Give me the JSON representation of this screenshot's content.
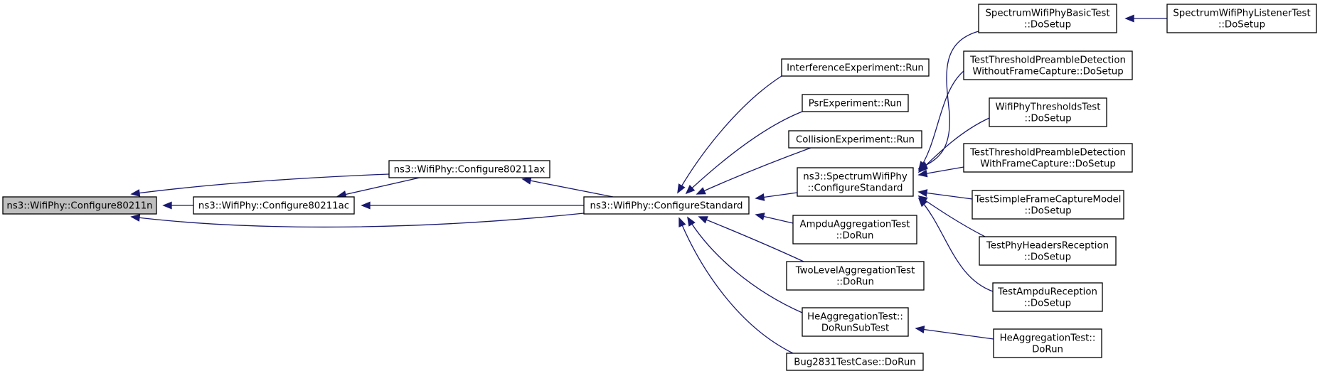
{
  "colors": {
    "edge": "#191970",
    "root_fill": "#bfbfbf",
    "node_fill": "#ffffff",
    "border": "#000000"
  },
  "nodes": {
    "configure80211n": {
      "lines": [
        "ns3::WifiPhy::Configure80211n"
      ]
    },
    "configure80211ax": {
      "lines": [
        "ns3::WifiPhy::Configure80211ax"
      ]
    },
    "configure80211ac": {
      "lines": [
        "ns3::WifiPhy::Configure80211ac"
      ]
    },
    "configureStandard": {
      "lines": [
        "ns3::WifiPhy::ConfigureStandard"
      ]
    },
    "interferenceRun": {
      "lines": [
        "InterferenceExperiment::Run"
      ]
    },
    "psrRun": {
      "lines": [
        "PsrExperiment::Run"
      ]
    },
    "collisionRun": {
      "lines": [
        "CollisionExperiment::Run"
      ]
    },
    "spectrumConfigureStandard": {
      "lines": [
        "ns3::SpectrumWifiPhy",
        "::ConfigureStandard"
      ]
    },
    "ampduAggregationDoRun": {
      "lines": [
        "AmpduAggregationTest",
        "::DoRun"
      ]
    },
    "twoLevelDoRun": {
      "lines": [
        "TwoLevelAggregationTest",
        "::DoRun"
      ]
    },
    "heAggDoRunSubTest": {
      "lines": [
        "HeAggregationTest::",
        "DoRunSubTest"
      ]
    },
    "bug2831DoRun": {
      "lines": [
        "Bug2831TestCase::DoRun"
      ]
    },
    "spectrumBasicDoSetup": {
      "lines": [
        "SpectrumWifiPhyBasicTest",
        "::DoSetup"
      ]
    },
    "spectrumListenerDoSetup": {
      "lines": [
        "SpectrumWifiPhyListenerTest",
        "::DoSetup"
      ]
    },
    "thresholdWithoutFcDoSetup": {
      "lines": [
        "TestThresholdPreambleDetection",
        "WithoutFrameCapture::DoSetup"
      ]
    },
    "wifiPhyThresholdsDoSetup": {
      "lines": [
        "WifiPhyThresholdsTest",
        "::DoSetup"
      ]
    },
    "thresholdWithFcDoSetup": {
      "lines": [
        "TestThresholdPreambleDetection",
        "WithFrameCapture::DoSetup"
      ]
    },
    "simpleFrameCaptureDoSetup": {
      "lines": [
        "TestSimpleFrameCaptureModel",
        "::DoSetup"
      ]
    },
    "phyHeadersDoSetup": {
      "lines": [
        "TestPhyHeadersReception",
        "::DoSetup"
      ]
    },
    "ampduReceptionDoSetup": {
      "lines": [
        "TestAmpduReception",
        "::DoSetup"
      ]
    },
    "heAggDoRun": {
      "lines": [
        "HeAggregationTest::",
        "DoRun"
      ]
    }
  },
  "edges": [
    {
      "from": "configure80211ax",
      "to": "configure80211n"
    },
    {
      "from": "configure80211ac",
      "to": "configure80211n"
    },
    {
      "from": "configureStandard",
      "to": "configure80211n"
    },
    {
      "from": "configure80211ac",
      "to": "configure80211ax"
    },
    {
      "from": "configureStandard",
      "to": "configure80211ax"
    },
    {
      "from": "configureStandard",
      "to": "configure80211ac"
    },
    {
      "from": "interferenceRun",
      "to": "configureStandard"
    },
    {
      "from": "psrRun",
      "to": "configureStandard"
    },
    {
      "from": "collisionRun",
      "to": "configureStandard"
    },
    {
      "from": "spectrumConfigureStandard",
      "to": "configureStandard"
    },
    {
      "from": "ampduAggregationDoRun",
      "to": "configureStandard"
    },
    {
      "from": "twoLevelDoRun",
      "to": "configureStandard"
    },
    {
      "from": "heAggDoRunSubTest",
      "to": "configureStandard"
    },
    {
      "from": "bug2831DoRun",
      "to": "configureStandard"
    },
    {
      "from": "spectrumBasicDoSetup",
      "to": "spectrumConfigureStandard"
    },
    {
      "from": "thresholdWithoutFcDoSetup",
      "to": "spectrumConfigureStandard"
    },
    {
      "from": "wifiPhyThresholdsDoSetup",
      "to": "spectrumConfigureStandard"
    },
    {
      "from": "thresholdWithFcDoSetup",
      "to": "spectrumConfigureStandard"
    },
    {
      "from": "simpleFrameCaptureDoSetup",
      "to": "spectrumConfigureStandard"
    },
    {
      "from": "phyHeadersDoSetup",
      "to": "spectrumConfigureStandard"
    },
    {
      "from": "ampduReceptionDoSetup",
      "to": "spectrumConfigureStandard"
    },
    {
      "from": "spectrumListenerDoSetup",
      "to": "spectrumBasicDoSetup"
    },
    {
      "from": "heAggDoRun",
      "to": "heAggDoRunSubTest"
    }
  ]
}
